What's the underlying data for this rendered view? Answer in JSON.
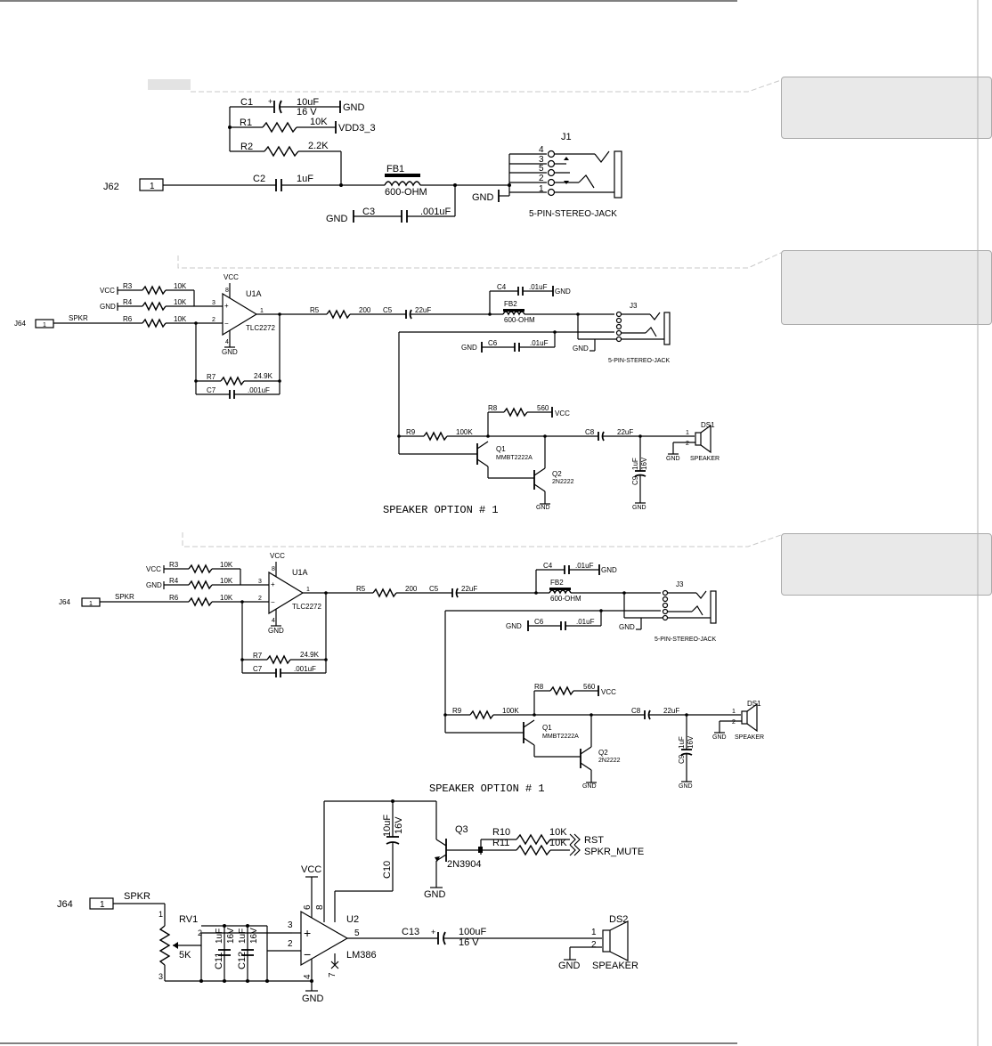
{
  "comments": [
    "",
    "",
    ""
  ],
  "colors": {
    "wire": "#000000",
    "comment_fill": "#e9e9e9",
    "connector": "#c9c9c9"
  },
  "s1": {
    "j62": "J62",
    "pin1": "1",
    "c1": "C1",
    "c1_val": "10uF",
    "c1_v": "16 V",
    "gnd": "GND",
    "r1": "R1",
    "r1_val": "10K",
    "vdd": "VDD3_3",
    "r2": "R2",
    "r2_val": "2.2K",
    "c2": "C2",
    "c2_val": "1uF",
    "fb1": "FB1",
    "fb1_val": "600-OHM",
    "c3": "C3",
    "c3_val": ".001uF",
    "j1": "J1",
    "jack": "5-PIN-STEREO-JACK",
    "pins": [
      "4",
      "3",
      "5",
      "2",
      "1"
    ]
  },
  "s2": {
    "vcc": "VCC",
    "gnd": "GND",
    "j64": "J64",
    "pin1": "1",
    "spkr": "SPKR",
    "r3": "R3",
    "r4": "R4",
    "r6": "R6",
    "k10": "10K",
    "u1a": "U1A",
    "tlc": "TLC2272",
    "p8": "8",
    "p4": "4",
    "p3": "3",
    "p2": "2",
    "p1": "1",
    "r7": "R7",
    "r7_val": "24.9K",
    "c7": "C7",
    "c7_val": ".001uF",
    "r5": "R5",
    "r5_val": "200",
    "c5": "C5",
    "c5_val": "22uF",
    "c4": "C4",
    "c4_val": ".01uF",
    "fb2": "FB2",
    "fb2_val": "600-OHM",
    "c6": "C6",
    "c6_val": ".01uF",
    "j3": "J3",
    "jack": "5-PIN-STEREO-JACK",
    "r8": "R8",
    "r8_val": "560",
    "r9": "R9",
    "r9_val": "100K",
    "q1": "Q1",
    "q1_val": "MMBT2222A",
    "q2": "Q2",
    "q2_val": "2N2222",
    "c8": "C8",
    "c8_val": "22uF",
    "c9": "C9",
    "c9_val": "1uF",
    "c9_v": "16V",
    "ds1": "DS1",
    "speaker": "SPEAKER",
    "option": "SPEAKER OPTION # 1"
  },
  "s4": {
    "j64": "J64",
    "pin1": "1",
    "spkr": "SPKR",
    "rv1": "RV1",
    "rv1_val": "5K",
    "p1": "1",
    "p2": "2",
    "p3": "3",
    "c11": "C11",
    "c12": "C12",
    "cap": "1uF",
    "v16": "16V",
    "vcc": "VCC",
    "gnd": "GND",
    "u2": "U2",
    "lm": "LM386",
    "u2_p6": "6",
    "u2_p8": "8",
    "u2_p3": "3",
    "u2_p2": "2",
    "u2_p5": "5",
    "u2_p4": "4",
    "u2_p7": "7",
    "c10": "C10",
    "c10_val": "10uF",
    "c10_v": "16V",
    "q3": "Q3",
    "q3_val": "2N3904",
    "r10": "R10",
    "r11": "R11",
    "k10": "10K",
    "rst": "RST",
    "mute": "SPKR_MUTE",
    "c13": "C13",
    "c13_val": "100uF",
    "c13_v": "16 V",
    "ds2": "DS2",
    "speaker": "SPEAKER",
    "sp1": "1",
    "sp2": "2"
  }
}
